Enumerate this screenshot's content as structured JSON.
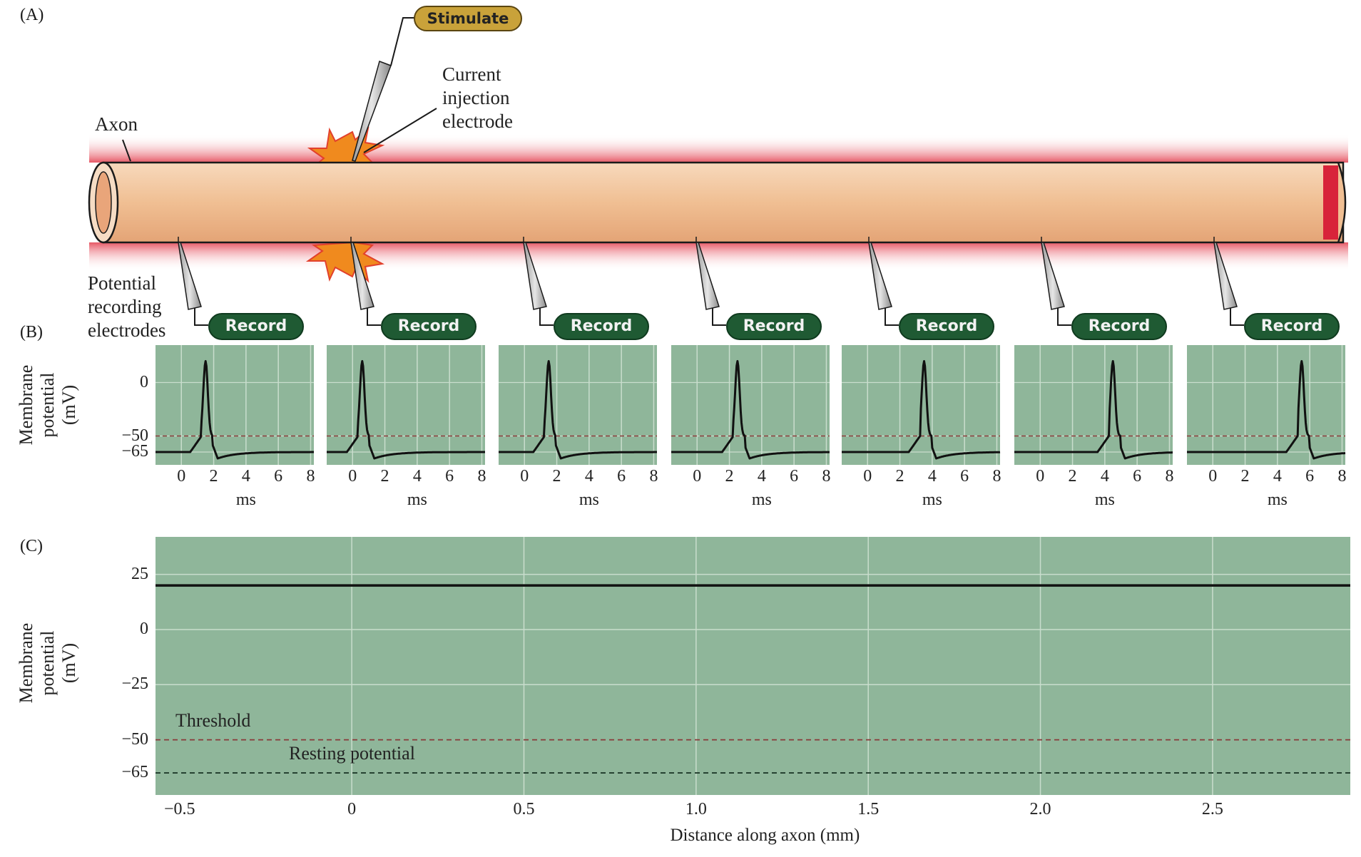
{
  "panels": {
    "a": "(A)",
    "b": "(B)",
    "c": "(C)"
  },
  "panel_a": {
    "stimulate_label": "Stimulate",
    "axon_label": "Axon",
    "electrode_label": [
      "Current",
      "injection",
      "electrode"
    ],
    "recording_label": [
      "Potential",
      "recording",
      "electrodes"
    ],
    "record_label": "Record",
    "colors": {
      "axon_fill": "#f2c29a",
      "axon_glow": "#e23a4a",
      "stim_pill": "#c9a23a",
      "record_pill": "#1f5a33"
    }
  },
  "panel_b": {
    "ylabel": [
      "Membrane",
      "potential",
      "(mV)"
    ],
    "xlabel": "ms",
    "yticks": [
      "0",
      "−50",
      "−65"
    ],
    "xticks": [
      "0",
      "2",
      "4",
      "6",
      "8"
    ]
  },
  "panel_c": {
    "ylabel": [
      "Membrane",
      "potential",
      "(mV)"
    ],
    "xlabel": "Distance along axon (mm)",
    "yticks": [
      "25",
      "0",
      "−25",
      "−50",
      "−65"
    ],
    "xticks": [
      "−0.5",
      "0",
      "0.5",
      "1.0",
      "1.5",
      "2.0",
      "2.5"
    ],
    "threshold_label": "Threshold",
    "resting_label": "Resting potential"
  },
  "chart_data": [
    {
      "type": "line",
      "panel": "B",
      "xlim": [
        -1.6,
        8.2
      ],
      "ylim": [
        -77,
        35
      ],
      "unit_x": "ms",
      "unit_y": "mV",
      "threshold_mV": -50,
      "resting_mV": -65,
      "peak_mV": 20,
      "series": [
        {
          "values": [
            {
              "peak_time": 1.5
            }
          ]
        },
        {
          "values": [
            {
              "peak_time": 0.6
            }
          ]
        },
        {
          "values": [
            {
              "peak_time": 1.5
            }
          ]
        },
        {
          "values": [
            {
              "peak_time": 2.5
            }
          ]
        },
        {
          "values": [
            {
              "peak_time": 3.5
            }
          ]
        },
        {
          "values": [
            {
              "peak_time": 4.5
            }
          ]
        },
        {
          "values": [
            {
              "peak_time": 5.5
            }
          ]
        }
      ]
    },
    {
      "type": "line",
      "panel": "C",
      "xlim": [
        -0.57,
        2.9
      ],
      "ylim": [
        -75,
        42
      ],
      "grid": true,
      "series": [
        {
          "x": [
            -0.57,
            2.9
          ],
          "y": [
            20,
            20
          ]
        },
        {
          "x": [
            -0.57,
            2.9
          ],
          "y": [
            -50,
            -50
          ]
        },
        {
          "x": [
            -0.57,
            2.9
          ],
          "y": [
            -65,
            -65
          ]
        }
      ]
    }
  ]
}
